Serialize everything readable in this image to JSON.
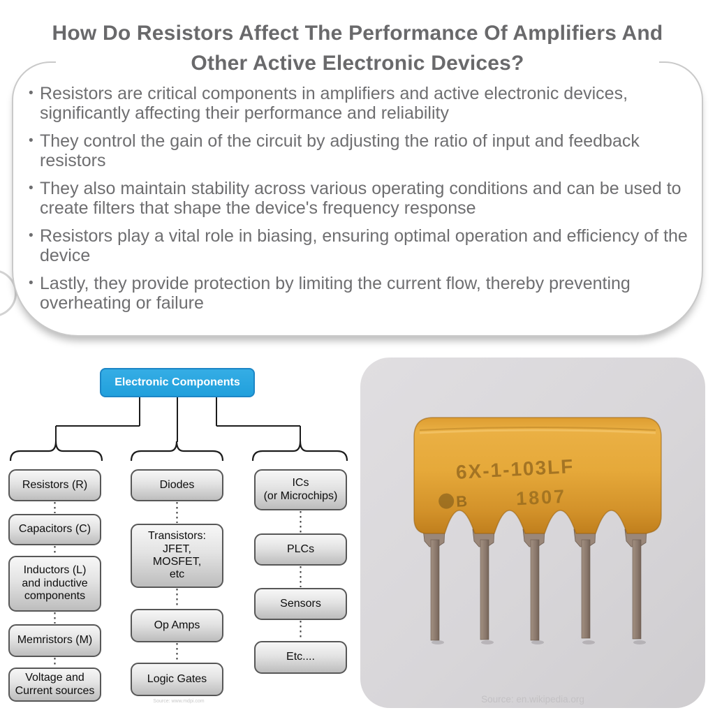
{
  "title": "How Do Resistors Affect The Performance Of Amplifiers And Other Active Electronic Devices?",
  "bullets": [
    "Resistors are critical components in amplifiers and active electronic devices, significantly affecting their performance and reliability",
    "They control the gain of the circuit by adjusting the ratio of input and feedback resistors",
    "They also maintain stability across various operating conditions and can be used to create filters that shape the device's frequency response",
    "Resistors play a vital role in biasing, ensuring optimal operation and efficiency of the device",
    "Lastly, they provide protection by limiting the current flow, thereby preventing overheating or failure"
  ],
  "flowchart": {
    "root": "Electronic Components",
    "source": "Source: www.mdpi.com",
    "columns": [
      {
        "items": [
          "Resistors (R)",
          "Capacitors (C)",
          "Inductors (L)\nand inductive\ncomponents",
          "Memristors (M)",
          "Voltage and\nCurrent sources"
        ]
      },
      {
        "items": [
          "Diodes",
          "Transistors:\nJFET,\nMOSFET,\netc",
          "Op Amps",
          "Logic Gates"
        ]
      },
      {
        "items": [
          "ICs\n(or Microchips)",
          "PLCs",
          "Sensors",
          "Etc...."
        ]
      }
    ]
  },
  "photo": {
    "component_marking_line1": "6X-1-103LF",
    "component_marking_logo": "B",
    "component_marking_line2": "1807",
    "source": "Source: en.wikipedia.org"
  },
  "colors": {
    "root_box_blue": "#29a9e1",
    "root_box_border": "#1c86c6",
    "text_gray": "#6e6e70",
    "box_border_gray": "#575757",
    "resistor_body": "#e2a237",
    "resistor_pin": "#8b796d",
    "photo_background": "#d8d6d9"
  }
}
